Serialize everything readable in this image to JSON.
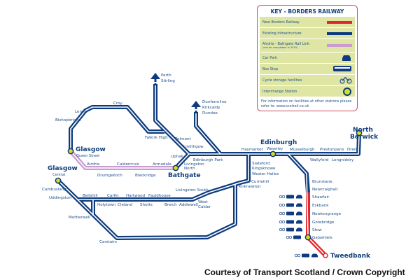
{
  "colors": {
    "existing": "#0d3b7d",
    "borders": "#e3262c",
    "airdrie": "#c99bd0",
    "interchange": "#d6e01e",
    "key_bg": "#dfe6a4"
  },
  "key": {
    "title": "KEY - BORDERS RAILWAY",
    "rows": [
      {
        "label": "New Borders Railway"
      },
      {
        "label": "Existing Infrastructure"
      },
      {
        "label": "Airdrie - Bathgate Rail Link",
        "note": "(due for completion in 2010)"
      },
      {
        "label": "Car Park",
        "icon": "car-icon"
      },
      {
        "label": "Bus Stop",
        "icon": "bus-icon"
      },
      {
        "label": "Cycle storage facilities",
        "icon": "bicycle-icon"
      },
      {
        "label": "Interchange Station",
        "icon": "interchange-icon"
      }
    ],
    "note": "For information on facilities at other stations please refer to: www.scotrail.co.uk"
  },
  "destinations": {
    "perth": "Perth",
    "stirling": "Stirling",
    "dunfermline": "Dunfermline",
    "kirkcaldy": "Kirkcaldy",
    "dundee": "Dundee"
  },
  "interchanges": {
    "glasgow_qs": "Glasgow",
    "glasgow_qs_sub": "Queen Street",
    "glasgow_c": "Glasgow",
    "glasgow_c_sub": "Central",
    "bathgate": "Bathgate",
    "edinburgh": "Edinburgh",
    "edinburgh_sub": "Waverley",
    "north_berwick_1": "North",
    "north_berwick_2": "Berwick",
    "tweedbank": "Tweedbank"
  },
  "stations": {
    "lenzie": "Lenzie",
    "bishopbriggs": "Bishopbriggs",
    "croy": "Croy",
    "falkirk_high": "Falkirk High",
    "polmont": "Polmont",
    "linlithgow": "Linlithgow",
    "uphall": "Uphall",
    "livingston_north_1": "Livingston",
    "livingston_north_2": "North",
    "edinburgh_park": "Edinburgh Park",
    "haymarket": "Haymarket",
    "airdrie": "Airdrie",
    "drumgelloch": "Drumgelloch",
    "caldercruix": "Caldercruix",
    "blackridge": "Blackridge",
    "armadale": "Armadale",
    "musselburgh": "Musselburgh",
    "wallyford": "Wallyford",
    "prestonpans": "Prestonpans",
    "longniddry": "Longniddry",
    "drem": "Drem",
    "slateford": "Slateford",
    "kingsknowe": "Kingsknowe",
    "wester_hailes": "Wester Hailes",
    "curriehill": "Curriehill",
    "kirknewton": "Kirknewton",
    "cambuslang": "Cambuslang",
    "uddingston": "Uddingston",
    "bellshill": "Bellshill",
    "holytown": "Holytown",
    "carfin": "Carfin",
    "cleland": "Cleland",
    "hartwood": "Hartwood",
    "shotts": "Shotts",
    "fauldhouse": "Fauldhouse",
    "breich": "Breich",
    "addiewell": "Addiewell",
    "livingston_south": "Livingston South",
    "west_calder_1": "West",
    "west_calder_2": "Calder",
    "motherwell": "Motherwell",
    "carstairs": "Carstairs",
    "brunstane": "Brunstane",
    "newcraighall": "Newcraighall",
    "shawfair": "Shawfair",
    "eskbank": "Eskbank",
    "newtongrange": "Newtongrange",
    "gorebridge": "Gorebridge",
    "stow": "Stow",
    "galashiels": "Galashiels"
  },
  "credit": "Courtesy of Transport Scotland / Crown Copyright"
}
